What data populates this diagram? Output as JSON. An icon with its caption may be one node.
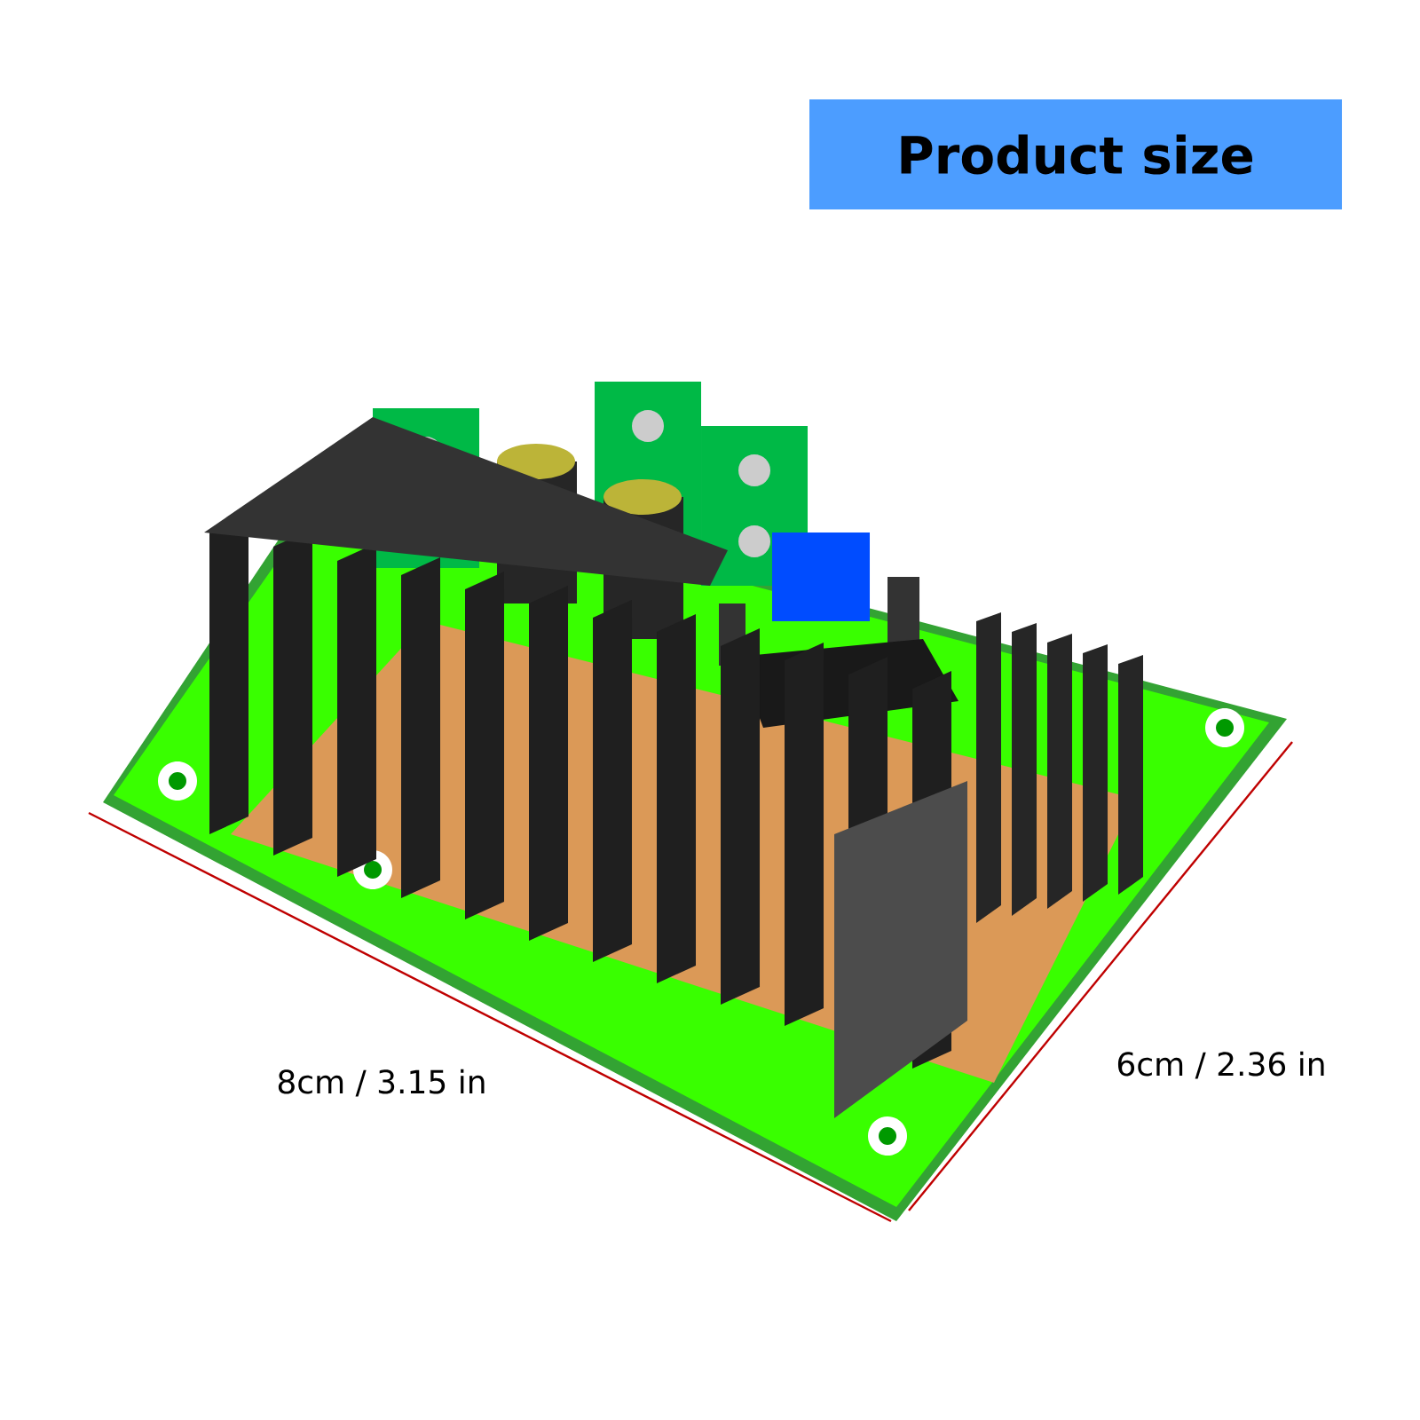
{
  "diagram": {
    "title": "Product size",
    "labels": [
      "8cm / 3.15 in",
      "6cm / 2.36 in"
    ]
  }
}
